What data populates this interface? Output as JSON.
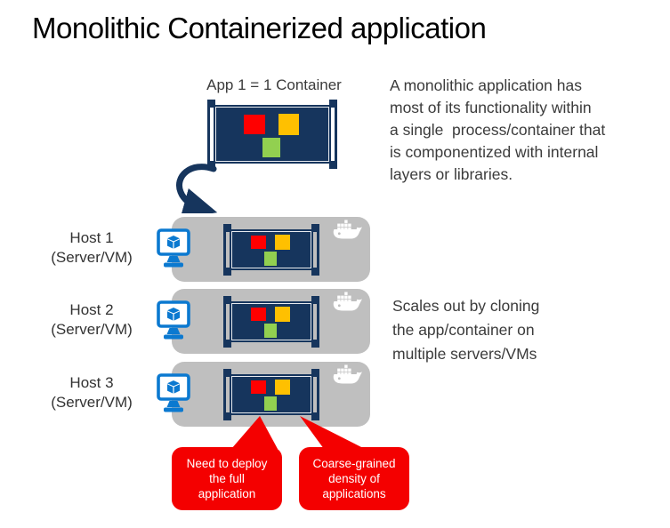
{
  "title": "Monolithic Containerized application",
  "app_label": "App 1 = 1 Container",
  "description": "A monolithic application has\nmost of its functionality within\na single  process/container that\nis componentized with internal\nlayers or libraries.",
  "scale_note": "Scales out by cloning\nthe app/container on\nmultiple servers/VMs",
  "hosts": [
    {
      "name": "Host 1",
      "sub": "(Server/VM)"
    },
    {
      "name": "Host 2",
      "sub": "(Server/VM)"
    },
    {
      "name": "Host 3",
      "sub": "(Server/VM)"
    }
  ],
  "callouts": [
    {
      "text": "Need to deploy\nthe full\napplication"
    },
    {
      "text": "Coarse-grained\ndensity of\napplications"
    }
  ],
  "icons": {
    "container": "navy crate with red/yellow/green component blocks",
    "vm_monitor": "blue monitor with cube glyph",
    "docker_whale": "white docker whale with container stack",
    "curved_arrow": "navy arrow curving down from app to hosts",
    "callout_pointer": "red triangle pointer"
  },
  "colors": {
    "navy": "#16355D",
    "red": "#FF0000",
    "yellow": "#FFC000",
    "green": "#92D050",
    "gray": "#BFBFBF",
    "blue": "#0B79D0",
    "callout_red": "#F40000",
    "text": "#3B3B3B"
  }
}
